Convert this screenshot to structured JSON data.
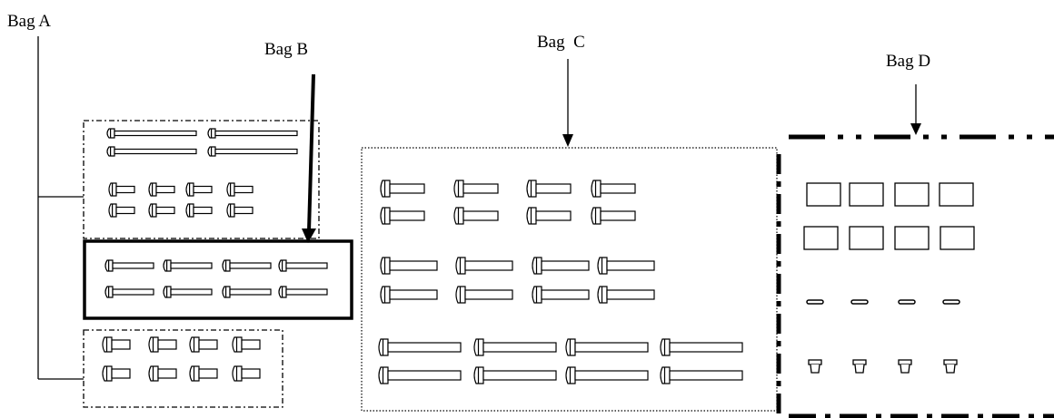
{
  "labels": {
    "bag_a": "Bag A",
    "bag_b": "Bag B",
    "bag_c": "Bag  C",
    "bag_d": "Bag D"
  },
  "colors": {
    "ink": "#000000",
    "fill": "#ffffff"
  },
  "bags": [
    {
      "id": "bag-a",
      "contents": [
        "long-screw",
        "short-screw",
        "stubby-screw"
      ]
    },
    {
      "id": "bag-b",
      "contents": [
        "medium-screw"
      ]
    },
    {
      "id": "bag-c",
      "contents": [
        "screw-m1",
        "screw-m2",
        "screw-long"
      ]
    },
    {
      "id": "bag-d",
      "contents": [
        "square-nut",
        "washer",
        "standoff"
      ]
    }
  ]
}
